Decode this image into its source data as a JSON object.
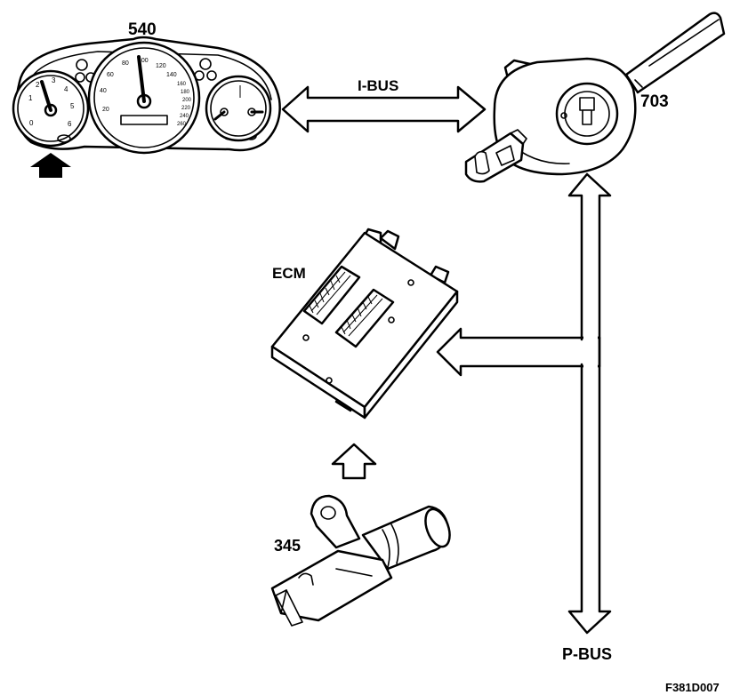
{
  "labels": {
    "instrument_cluster": "540",
    "steering_module": "703",
    "ecm": "ECM",
    "sensor": "345",
    "ibus": "I-BUS",
    "pbus": "P-BUS",
    "figure_code": "F381D007"
  },
  "speedometer_ticks": [
    "20",
    "40",
    "60",
    "80",
    "100",
    "120",
    "140",
    "160",
    "180",
    "200",
    "220",
    "240",
    "260"
  ],
  "tachometer_ticks": [
    "0",
    "1",
    "2",
    "3",
    "4",
    "5",
    "6"
  ]
}
